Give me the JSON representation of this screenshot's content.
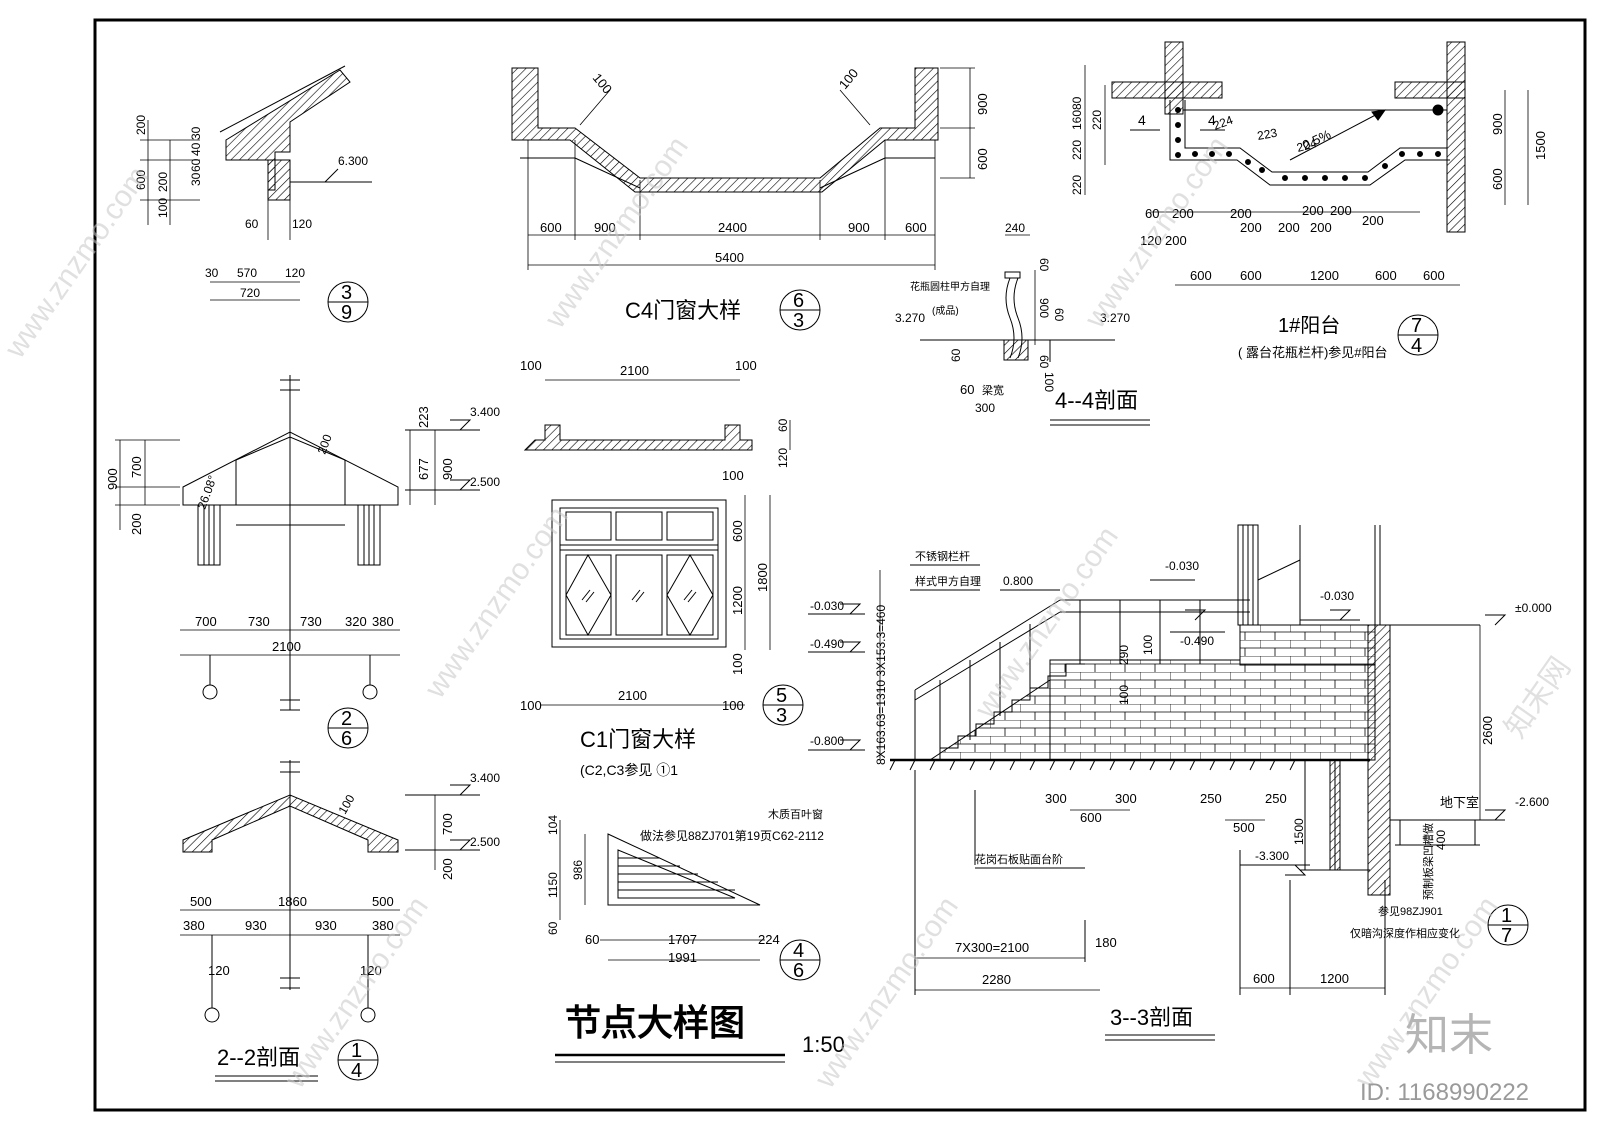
{
  "drawing": {
    "title": "节点大样图",
    "scale": "1:50"
  },
  "details": {
    "d39": {
      "mark_top": "3",
      "mark_bottom": "9",
      "level": "6.300",
      "dims": [
        "200",
        "600",
        "200",
        "100",
        "30",
        "40",
        "60",
        "30",
        "60",
        "120",
        "30",
        "570",
        "120",
        "720"
      ]
    },
    "d63": {
      "caption": "C4门窗大样",
      "mark_top": "6",
      "mark_bottom": "3",
      "dims_bottom": [
        "600",
        "900",
        "2400",
        "900",
        "600"
      ],
      "dim_total": "5400",
      "dims_right": [
        "900",
        "600"
      ],
      "dims_angle": [
        "100",
        "100"
      ]
    },
    "d74": {
      "caption": "1#阳台",
      "note": "( 露台花瓶栏杆)参见#阳台",
      "mark_top": "7",
      "mark_bottom": "4",
      "section_labels": [
        "4",
        "4"
      ],
      "slope": "0.5%",
      "dims_angle": [
        "224",
        "223",
        "224"
      ],
      "dims_left": [
        "80",
        "160",
        "220",
        "220",
        "220"
      ],
      "dims_bottom_1": [
        "60",
        "200",
        "200",
        "200",
        "200",
        "200",
        "200",
        "200",
        "200"
      ],
      "dims_bottom_2": [
        "120",
        "200"
      ],
      "dims_bottom_3": [
        "600",
        "600",
        "1200",
        "600",
        "600"
      ],
      "dims_right": [
        "900",
        "600",
        "1500"
      ]
    },
    "d44": {
      "caption": "4--4剖面",
      "note_1": "花瓶圆柱甲方自理",
      "note_2": "(成品)",
      "note_3": "梁宽",
      "level_left": "3.270",
      "level_right": "3.270",
      "dims": [
        "240",
        "60",
        "900",
        "60",
        "60",
        "60",
        "300",
        "100"
      ]
    },
    "d26": {
      "mark_top": "2",
      "mark_bottom": "6",
      "angle": "26.08°",
      "level_top": "3.400",
      "level_bottom": "2.500",
      "dims_left": [
        "900",
        "700",
        "200"
      ],
      "dims_right": [
        "223",
        "677",
        "900"
      ],
      "dim_slope": "200",
      "dims_bottom": [
        "700",
        "730",
        "730",
        "320",
        "380"
      ],
      "dim_total": "2100"
    },
    "d53": {
      "caption": "C1门窗大样",
      "note": "(C2,C3参见 ①1",
      "mark_top": "5",
      "mark_bottom": "3",
      "dims_top": [
        "100",
        "2100",
        "100"
      ],
      "dims_section": [
        "60",
        "120"
      ],
      "dims_right": [
        "600",
        "1200",
        "1800",
        "100",
        "100"
      ],
      "dims_bottom": [
        "100",
        "2100",
        "100"
      ]
    },
    "d14": {
      "caption": "2--2剖面",
      "mark_top": "1",
      "mark_bottom": "4",
      "level_top": "3.400",
      "level_bottom": "2.500",
      "dim_slope": "100",
      "dims_right": [
        "700",
        "200"
      ],
      "dims_top_row": [
        "500",
        "1860",
        "500"
      ],
      "dims_bottom_row": [
        "380",
        "930",
        "930",
        "380"
      ],
      "dims_extra": [
        "120",
        "120"
      ]
    },
    "d46": {
      "mark_top": "4",
      "mark_bottom": "6",
      "label": "木质百叶窗",
      "note": "做法参见88ZJ701第19页C62-2112",
      "dims_left": [
        "104",
        "1150",
        "986",
        "60"
      ],
      "dims_bottom": [
        "60",
        "1707",
        "224",
        "1991"
      ]
    },
    "d17": {
      "caption": "3--3剖面",
      "mark_top": "1",
      "mark_bottom": "7",
      "railing_note_1": "不锈钢栏杆",
      "railing_note_2": "样式甲方自理",
      "rail_height": "0.800",
      "stair_dims": "8X163.63=1310 3X153.3=460",
      "levels": [
        "-0.030",
        "-0.490",
        "-0.800",
        "-0.030",
        "-0.490",
        "-0.030",
        "±0.000",
        "-2.600",
        "-3.300"
      ],
      "dims": [
        "290",
        "100",
        "100",
        "300",
        "600",
        "300",
        "250",
        "500",
        "250",
        "1500",
        "400",
        "2600",
        "180"
      ],
      "stone_note": "花岗石板贴面台阶",
      "basement": "地下室",
      "ref": "参见98ZJ901",
      "ref_note": "仅暗沟深度作相应变化",
      "side_note": "预制板梁凹槽做",
      "run": "7X300=2100",
      "total": "2280",
      "dims_bottom_right": [
        "600",
        "1200"
      ]
    }
  },
  "watermark": {
    "site": "www.znzmo.com",
    "brand": "知末网",
    "logo": "知末",
    "id": "ID: 1168990222"
  }
}
